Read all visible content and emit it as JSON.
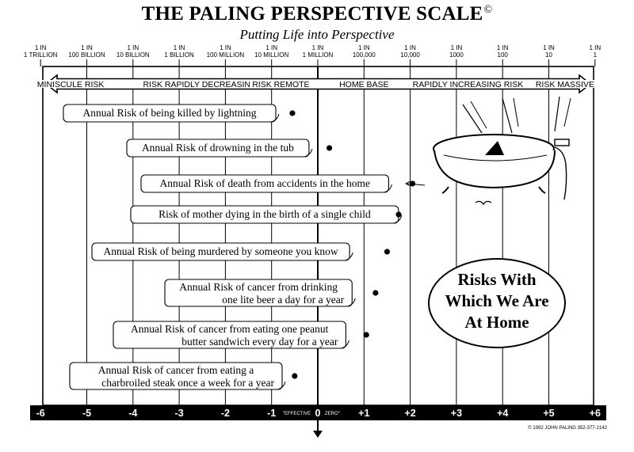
{
  "header": {
    "title": "THE PALING PERSPECTIVE SCALE",
    "title_mark": "©",
    "subtitle": "Putting Life into Perspective"
  },
  "chart_data": {
    "type": "scatter",
    "title": "THE PALING PERSPECTIVE SCALE",
    "subtitle": "Putting Life into Perspective",
    "x_axis": {
      "ticks": [
        -6,
        -5,
        -4,
        -3,
        -2,
        -1,
        0,
        1,
        2,
        3,
        4,
        5,
        6
      ],
      "tick_labels": [
        "-6",
        "-5",
        "-4",
        "-3",
        "-2",
        "-1",
        "0",
        "+1",
        "+2",
        "+3",
        "+4",
        "+5",
        "+6"
      ],
      "zero_note_left": "\"EFFECTIVE",
      "zero_note_right": "ZERO\"",
      "xlim": [
        -6,
        6
      ]
    },
    "top_scale": [
      {
        "line1": "1 IN",
        "line2": "1 TRILLION"
      },
      {
        "line1": "1 IN",
        "line2": "100 BILLION"
      },
      {
        "line1": "1 IN",
        "line2": "10 BILLION"
      },
      {
        "line1": "1 IN",
        "line2": "1 BILLION"
      },
      {
        "line1": "1 IN",
        "line2": "100 MILLION"
      },
      {
        "line1": "1 IN",
        "line2": "10 MILLION"
      },
      {
        "line1": "1 IN",
        "line2": "1 MILLION"
      },
      {
        "line1": "1 IN",
        "line2": "100,000"
      },
      {
        "line1": "1 IN",
        "line2": "10,000"
      },
      {
        "line1": "1 IN",
        "line2": "1000"
      },
      {
        "line1": "1 IN",
        "line2": "100"
      },
      {
        "line1": "1 IN",
        "line2": "10"
      },
      {
        "line1": "1 IN",
        "line2": "1"
      }
    ],
    "bands": [
      {
        "label": "MINISCULE RISK",
        "x": -5.35
      },
      {
        "label": "RISK RAPIDLY DECREASING",
        "x": -2.55
      },
      {
        "label": "RISK REMOTE",
        "x": -0.8
      },
      {
        "label": "HOME BASE",
        "x": 1.0
      },
      {
        "label": "RAPIDLY INCREASING RISK",
        "x": 3.25
      },
      {
        "label": "RISK MASSIVE",
        "x": 5.35
      }
    ],
    "points": [
      {
        "lines": [
          "Annual Risk of being killed by lightning"
        ],
        "x": -0.55
      },
      {
        "lines": [
          "Annual Risk of drowning in the tub"
        ],
        "x": 0.25
      },
      {
        "lines": [
          "Annual Risk of death from accidents in the home"
        ],
        "x": 2.05
      },
      {
        "lines": [
          "Risk of mother dying in the birth of a single child"
        ],
        "x": 1.75
      },
      {
        "lines": [
          "Annual Risk of being murdered by someone you know"
        ],
        "x": 1.5
      },
      {
        "lines": [
          "Annual Risk of cancer from drinking",
          "one lite beer a day for a year"
        ],
        "x": 1.25
      },
      {
        "lines": [
          "Annual Risk of cancer from eating one peanut",
          "butter sandwich every day for a year"
        ],
        "x": 1.05
      },
      {
        "lines": [
          "Annual Risk of cancer from eating a",
          "charbroiled steak once a week for a year"
        ],
        "x": -0.5
      }
    ],
    "grid": true,
    "callout": [
      "Risks With",
      "Which We Are",
      "At Home"
    ]
  },
  "footer": {
    "copyright": "© 1992 JOHN PALING  352-377-2142"
  }
}
